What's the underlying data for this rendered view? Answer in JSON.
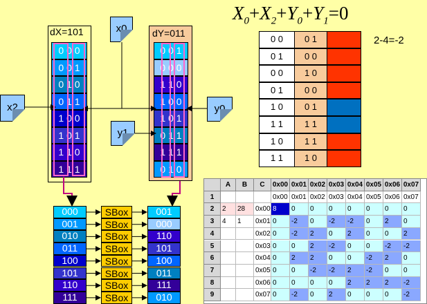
{
  "equation": {
    "terms": [
      {
        "v": "X",
        "s": "0"
      },
      {
        "v": "X",
        "s": "2"
      },
      {
        "v": "Y",
        "s": "0"
      },
      {
        "v": "Y",
        "s": "1"
      }
    ],
    "rhs": "0"
  },
  "result_text": "2-4=-2",
  "dx": {
    "label": "dX=101",
    "rows": [
      {
        "text": "000",
        "color": "#00ccff"
      },
      {
        "text": "001",
        "color": "#0099ff"
      },
      {
        "text": "010",
        "color": "#0080c0"
      },
      {
        "text": "011",
        "color": "#0066ff"
      },
      {
        "text": "100",
        "color": "#0000cc"
      },
      {
        "text": "101",
        "color": "#3333cc"
      },
      {
        "text": "110",
        "color": "#3300cc"
      },
      {
        "text": "111",
        "color": "#330099"
      }
    ]
  },
  "dy": {
    "label": "dY=011",
    "rows": [
      {
        "text": "001",
        "color": "#00ccff"
      },
      {
        "text": "000",
        "color": "#99ccff"
      },
      {
        "text": "110",
        "color": "#3300cc"
      },
      {
        "text": "100",
        "color": "#0066ff"
      },
      {
        "text": "101",
        "color": "#3333cc"
      },
      {
        "text": "011",
        "color": "#0080c0"
      },
      {
        "text": "111",
        "color": "#330099"
      },
      {
        "text": "010",
        "color": "#0099ff"
      }
    ]
  },
  "notes": {
    "x0": "x0",
    "x2": "x2",
    "y0": "y0",
    "y1": "y1"
  },
  "bottom_in": [
    {
      "text": "000",
      "color": "#00ccff"
    },
    {
      "text": "001",
      "color": "#0099ff"
    },
    {
      "text": "010",
      "color": "#0080c0"
    },
    {
      "text": "011",
      "color": "#0066ff"
    },
    {
      "text": "100",
      "color": "#0000cc"
    },
    {
      "text": "101",
      "color": "#3333cc"
    },
    {
      "text": "110",
      "color": "#3300cc"
    },
    {
      "text": "111",
      "color": "#330099"
    }
  ],
  "sbox_label": "SBox",
  "bottom_out": [
    {
      "text": "001",
      "color": "#00ccff"
    },
    {
      "text": "000",
      "color": "#99ccff"
    },
    {
      "text": "110",
      "color": "#3300cc"
    },
    {
      "text": "101",
      "color": "#3333cc"
    },
    {
      "text": "100",
      "color": "#0066ff"
    },
    {
      "text": "011",
      "color": "#0080c0"
    },
    {
      "text": "111",
      "color": "#330099"
    },
    {
      "text": "010",
      "color": "#0099ff"
    }
  ],
  "right_table": [
    {
      "a": "00",
      "b": "01",
      "color": "#ff3300"
    },
    {
      "a": "01",
      "b": "00",
      "color": "#ff3300"
    },
    {
      "a": "00",
      "b": "10",
      "color": "#ff3300"
    },
    {
      "a": "01",
      "b": "00",
      "color": "#ff3300"
    },
    {
      "a": "10",
      "b": "01",
      "color": "#0070c0"
    },
    {
      "a": "11",
      "b": "11",
      "color": "#0070c0"
    },
    {
      "a": "10",
      "b": "11",
      "color": "#ff3300"
    },
    {
      "a": "11",
      "b": "10",
      "color": "#ff3300"
    }
  ],
  "sheet": {
    "headers": [
      "",
      "A",
      "B",
      "C",
      "0x00",
      "0x01",
      "0x02",
      "0x03",
      "0x04",
      "0x05",
      "0x06",
      "0x07"
    ],
    "rows": [
      [
        "1",
        "",
        "",
        "",
        "0x00",
        "0x01",
        "0x02",
        "0x03",
        "0x04",
        "0x05",
        "0x06",
        "0x07"
      ],
      [
        "2",
        "2",
        "28",
        "0x00",
        "8",
        "0",
        "0",
        "0",
        "0",
        "0",
        "0",
        "0"
      ],
      [
        "3",
        "4",
        "1",
        "0x01",
        "0",
        "-2",
        "0",
        "-2",
        "-2",
        "0",
        "2",
        "0"
      ],
      [
        "4",
        "",
        "",
        "0x02",
        "0",
        "-2",
        "2",
        "0",
        "2",
        "0",
        "0",
        "2"
      ],
      [
        "5",
        "",
        "",
        "0x03",
        "0",
        "0",
        "2",
        "-2",
        "0",
        "0",
        "-2",
        "-2"
      ],
      [
        "6",
        "",
        "",
        "0x04",
        "0",
        "2",
        "2",
        "0",
        "0",
        "-2",
        "2",
        "0"
      ],
      [
        "7",
        "",
        "",
        "0x05",
        "0",
        "0",
        "-2",
        "-2",
        "2",
        "-2",
        "0",
        "0"
      ],
      [
        "8",
        "",
        "",
        "0x06",
        "0",
        "0",
        "0",
        "0",
        "2",
        "2",
        "2",
        "-2"
      ],
      [
        "9",
        "",
        "",
        "0x07",
        "0",
        "-2",
        "0",
        "2",
        "0",
        "0",
        "0",
        "-2"
      ]
    ]
  }
}
